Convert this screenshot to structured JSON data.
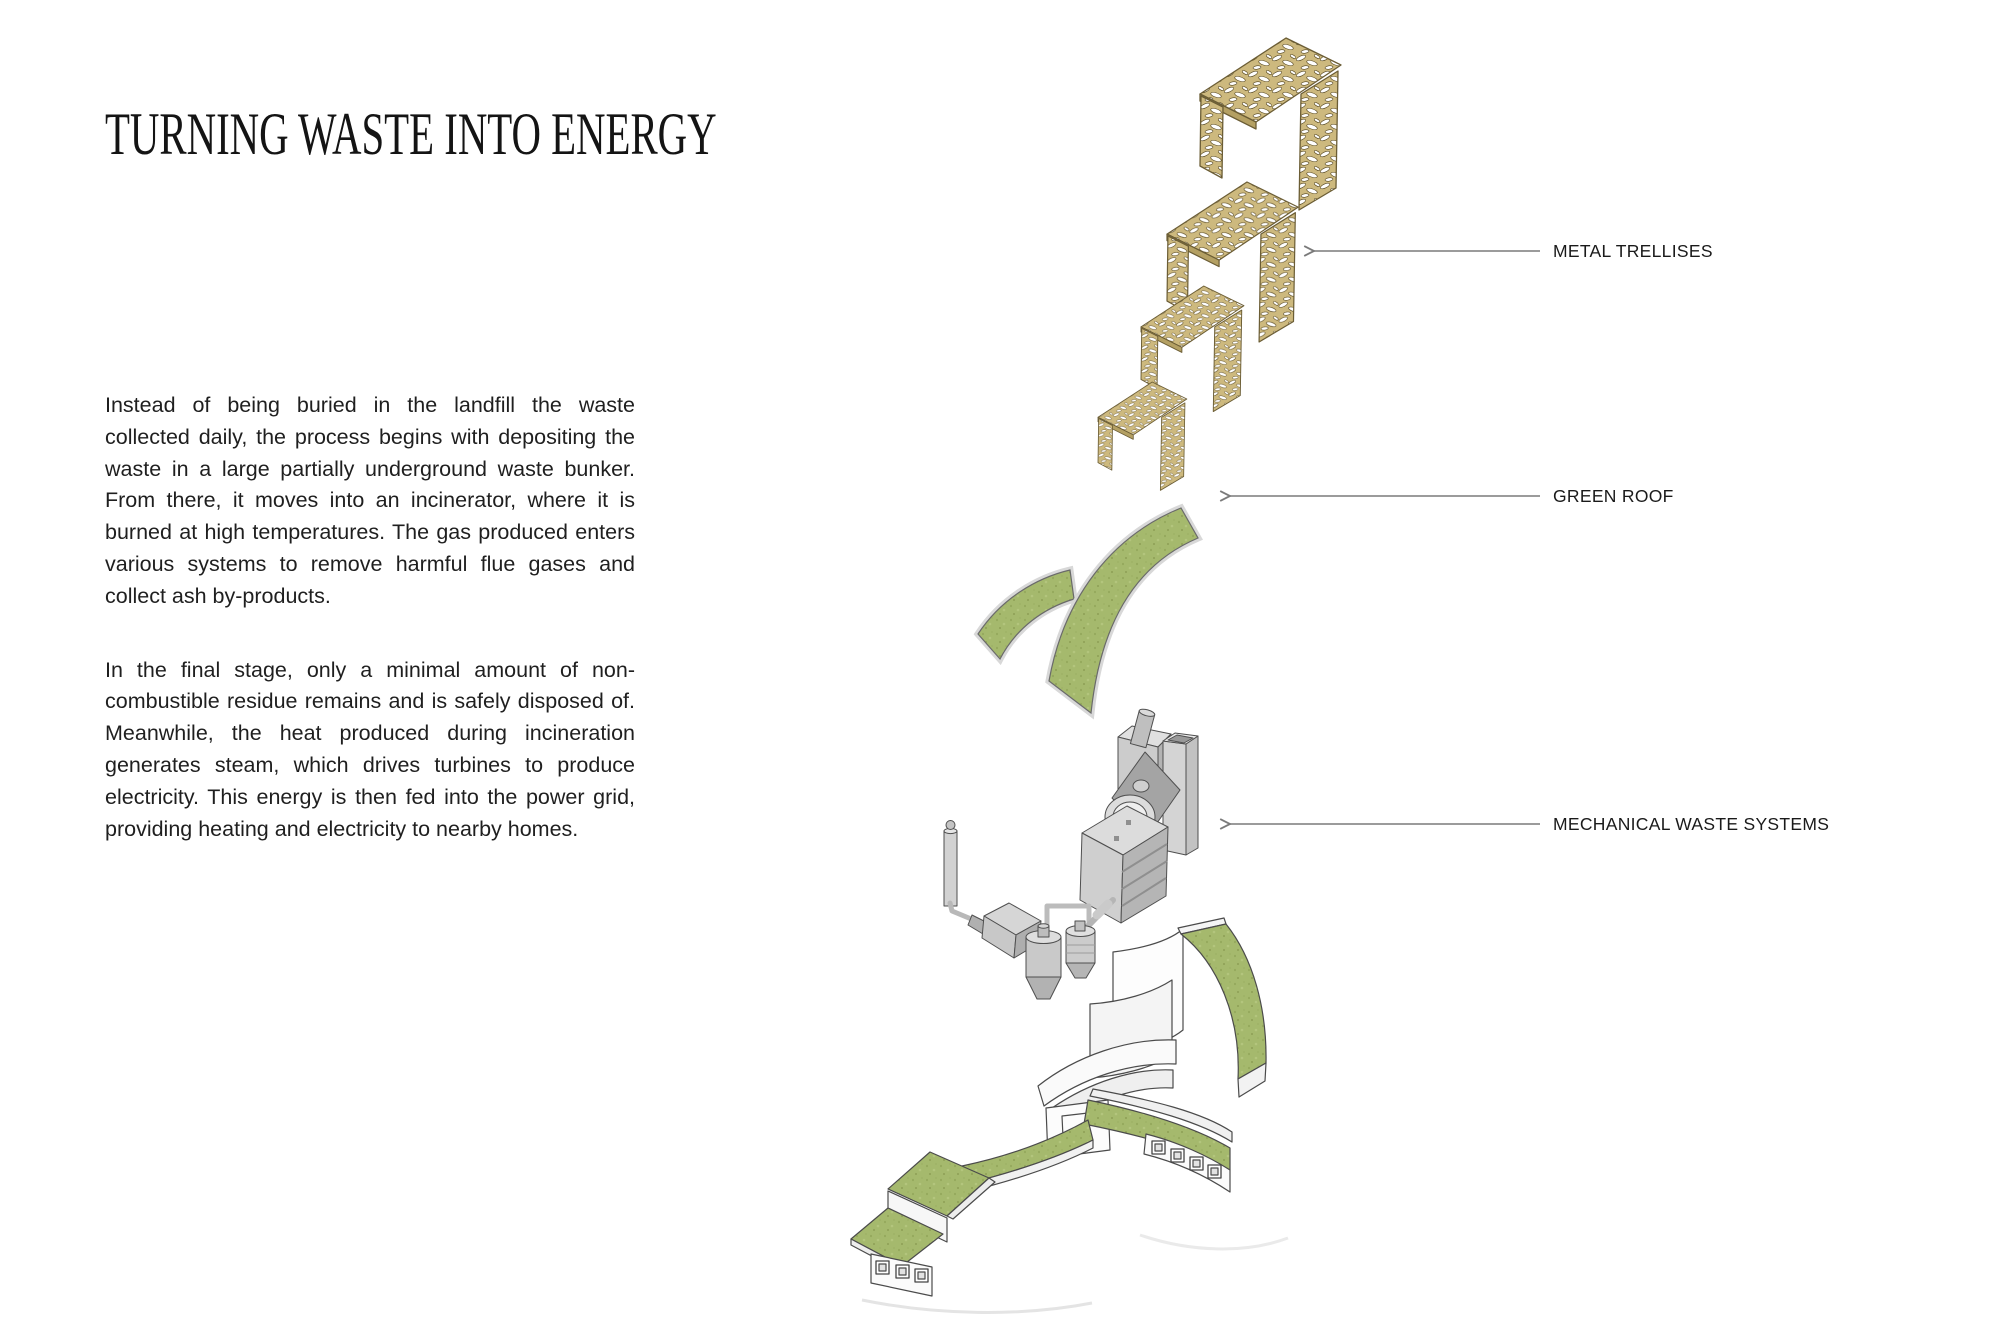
{
  "page": {
    "title": "TURNING WASTE INTO ENERGY"
  },
  "body_text": {
    "paragraph1": "Instead of being buried in the landfill the waste collected daily, the process begins with depositing the waste in a large partially underground waste bunker. From there, it moves into an incinerator, where it is burned at high temperatures. The gas produced enters various systems to remove harmful flue gases and collect ash by-products.",
    "paragraph2": "In the final stage, only a minimal amount of non-combustible residue remains and is safely disposed of. Meanwhile, the heat produced during incineration generates steam, which drives turbines to produce electricity. This energy is then fed into the power grid, providing heating and electricity to nearby homes."
  },
  "callouts": [
    {
      "id": "metal-trellises",
      "label": "METAL TRELLISES"
    },
    {
      "id": "green-roof",
      "label": "GREEN ROOF"
    },
    {
      "id": "mechanical-waste-systems",
      "label": "MECHANICAL WASTE SYSTEMS"
    }
  ],
  "colors": {
    "trellis_gold": "#cdb97e",
    "trellis_outline": "#6b5d35",
    "grass_green": "#a5b96d",
    "machinery_gray": "#c6c6c6",
    "building_white": "#fbfbfb",
    "leader_line": "#7a7a7a",
    "text": "#1f1f1f"
  }
}
